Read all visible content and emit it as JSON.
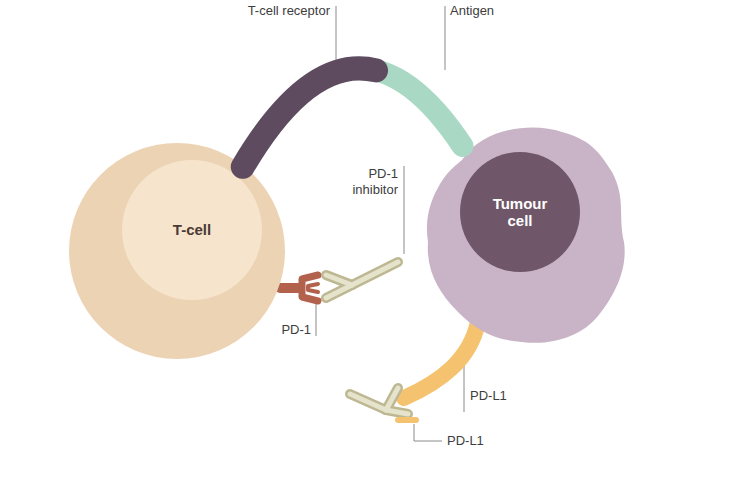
{
  "diagram": {
    "nodes": [
      {
        "text": [
          "T-cell"
        ]
      },
      {
        "text": [
          "Tumour cell"
        ]
      }
    ],
    "edges": [
      {
        "from": 0,
        "to": 1,
        "arrow": "none"
      }
    ],
    "labels": [
      "T-cell receptor",
      "Antigen",
      "PD-1 inhibitor",
      "PD-1",
      "PD-L1",
      "PD-L1"
    ]
  }
}
